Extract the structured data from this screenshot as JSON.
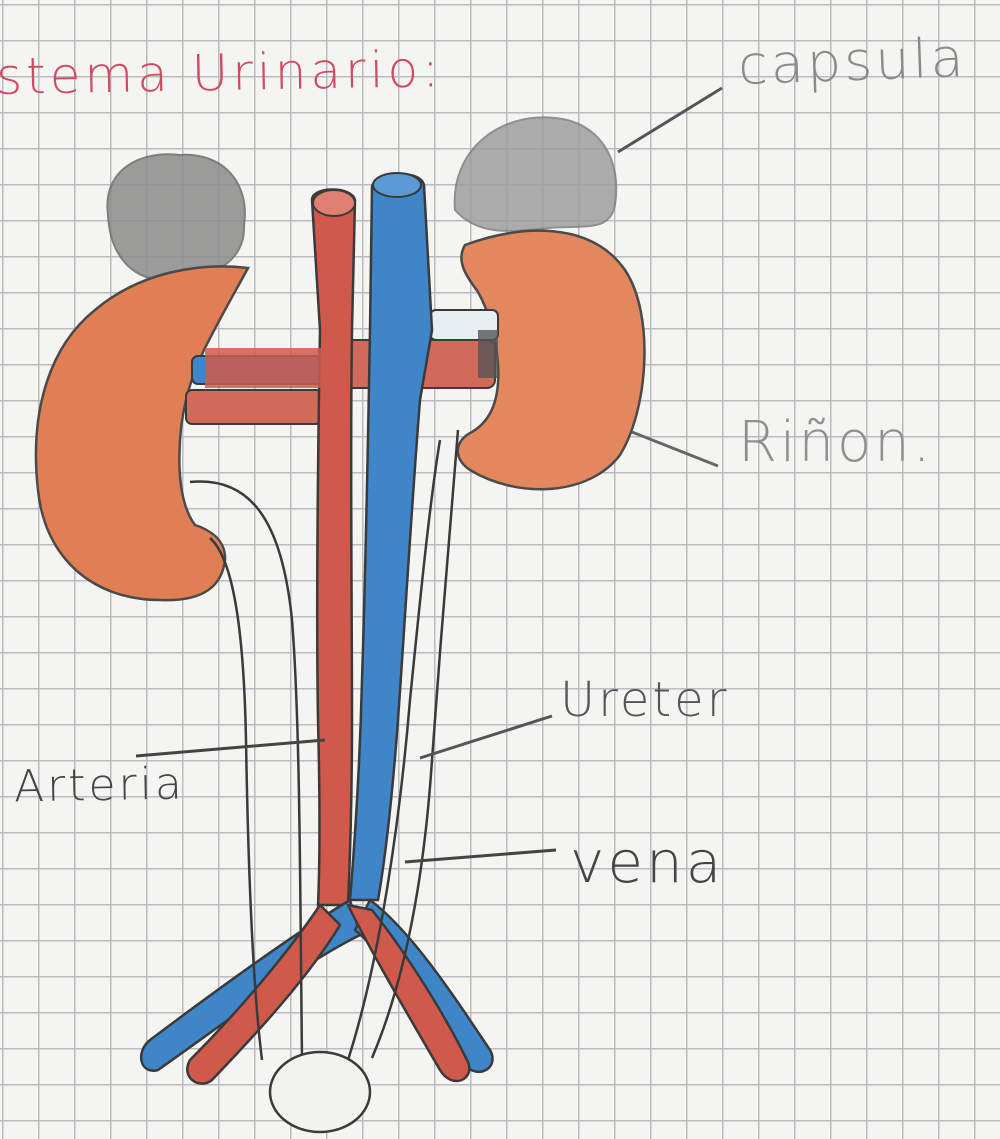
{
  "title": "stema Urinario:",
  "labels": {
    "capsula": "capsula",
    "rinon": "Riñon.",
    "ureter": "Ureter",
    "arteria": "Arteria",
    "vena": "vena"
  },
  "colors": {
    "artery": "#cf5a4c",
    "vein": "#3f86c9",
    "kidney": "#e07e54",
    "capsule": "#8c8c8c",
    "title_ink": "#d14a63",
    "pencil": "#3a3a3a"
  }
}
